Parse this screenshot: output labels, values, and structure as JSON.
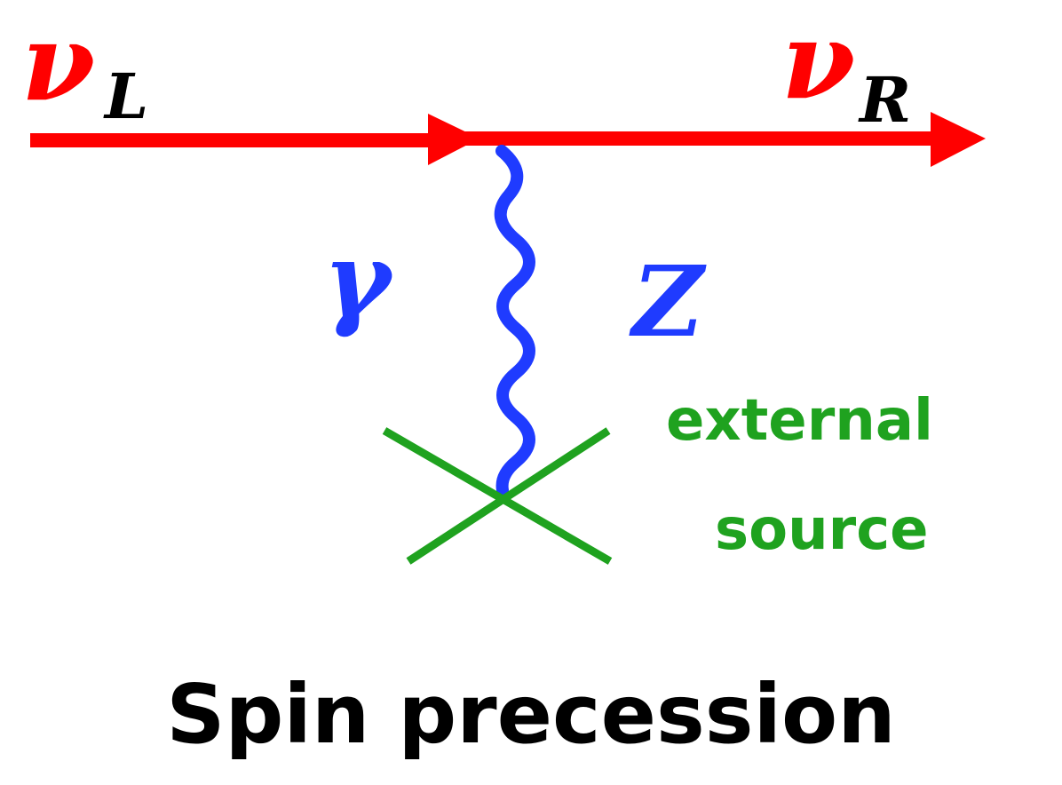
{
  "labels": {
    "nu_left_symbol": "ν",
    "nu_left_sub": "L",
    "nu_right_symbol": "ν",
    "nu_right_sub": "R",
    "photon": "γ",
    "z_boson": "Z",
    "source_line1": "external",
    "source_line2": "source",
    "caption": "Spin precession"
  },
  "colors": {
    "neutrino": "#ff0000",
    "boson": "#1f3bff",
    "source": "#1fa21f",
    "text": "#000000"
  }
}
